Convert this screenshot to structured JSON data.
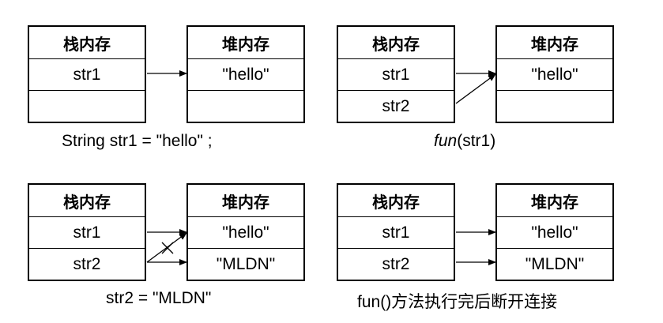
{
  "diagrams": [
    {
      "stack_header": "栈内存",
      "heap_header": "堆内存",
      "stack_rows": [
        "str1",
        ""
      ],
      "heap_rows": [
        "\"hello\"",
        ""
      ],
      "caption": "String str1 = \"hello\" ;"
    },
    {
      "stack_header": "栈内存",
      "heap_header": "堆内存",
      "stack_rows": [
        "str1",
        "str2"
      ],
      "heap_rows": [
        "\"hello\"",
        ""
      ],
      "caption_italic": "fun",
      "caption_rest": "(str1)"
    },
    {
      "stack_header": "栈内存",
      "heap_header": "堆内存",
      "stack_rows": [
        "str1",
        "str2"
      ],
      "heap_rows": [
        "\"hello\"",
        "\"MLDN\""
      ],
      "caption": "str2 = \"MLDN\""
    },
    {
      "stack_header": "栈内存",
      "heap_header": "堆内存",
      "stack_rows": [
        "str1",
        "str2"
      ],
      "heap_rows": [
        "\"hello\"",
        "\"MLDN\""
      ],
      "caption": "fun()方法执行完后断开连接"
    }
  ]
}
